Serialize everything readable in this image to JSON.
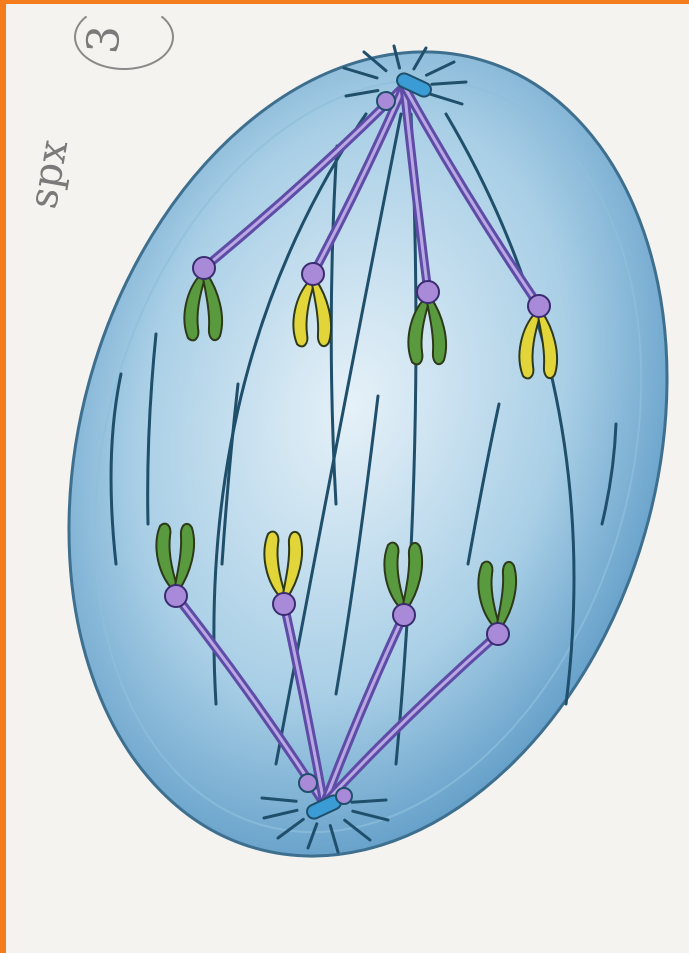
{
  "annotation": {
    "handwritten_text": "spx",
    "circled_number": "3"
  },
  "colors": {
    "page_border": "#f57c1c",
    "cell_fill": "#8ec1df",
    "cell_outline": "#3e6f8f",
    "spindle_fiber": "#1f4f6b",
    "kinetochore_fiber": "#5e4ca6",
    "centromere": "#a88ad8",
    "chromatid_green": "#5a9a3e",
    "chromatid_yellow": "#e2d53a",
    "centriole": "#3a9bd5"
  },
  "chromosomes": {
    "upper": [
      "green",
      "yellow",
      "green",
      "yellow"
    ],
    "lower": [
      "green",
      "yellow",
      "green",
      "green"
    ]
  }
}
